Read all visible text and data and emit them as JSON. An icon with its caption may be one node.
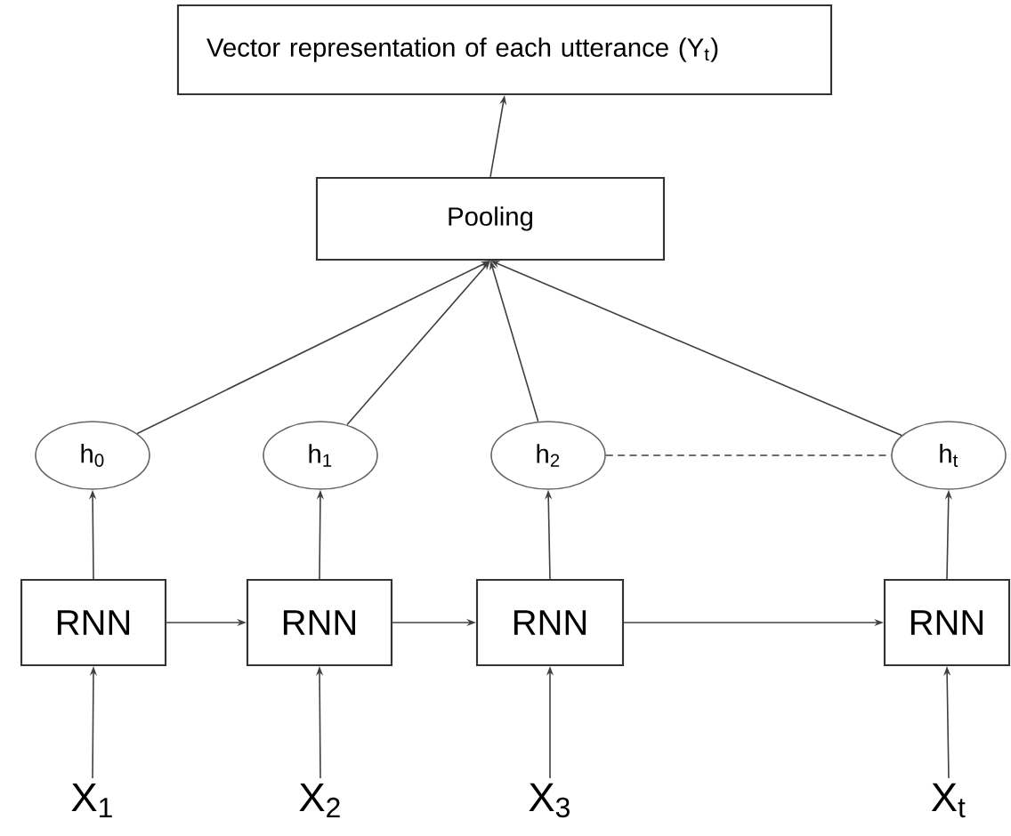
{
  "diagram": {
    "nodes": [
      {
        "text": [
          "Vector representation of each utterance (Y$_{t}$)"
        ]
      },
      {
        "text": [
          "Pooling"
        ]
      },
      {
        "text": [
          "h$_{0}$"
        ]
      },
      {
        "text": [
          "h$_{1}$"
        ]
      },
      {
        "text": [
          "h$_{2}$"
        ]
      },
      {
        "text": [
          "h$_{t}$"
        ]
      },
      {
        "text": [
          "RNN"
        ]
      },
      {
        "text": [
          "RNN"
        ]
      },
      {
        "text": [
          "RNN"
        ]
      },
      {
        "text": [
          "RNN"
        ]
      },
      {
        "text": [
          "X$_{1}$"
        ]
      },
      {
        "text": [
          "X$_{2}$"
        ]
      },
      {
        "text": [
          "X$_{3}$"
        ]
      },
      {
        "text": [
          "X$_{t}$"
        ]
      }
    ],
    "edges": [
      {
        "from": 1,
        "to": 0,
        "arrow": "to"
      },
      {
        "from": 2,
        "to": 1,
        "arrow": "to"
      },
      {
        "from": 3,
        "to": 1,
        "arrow": "to"
      },
      {
        "from": 4,
        "to": 1,
        "arrow": "to"
      },
      {
        "from": 5,
        "to": 1,
        "arrow": "to"
      },
      {
        "from": 4,
        "to": 5,
        "arrow": "none",
        "style": "dashed"
      },
      {
        "from": 6,
        "to": 2,
        "arrow": "to"
      },
      {
        "from": 7,
        "to": 3,
        "arrow": "to"
      },
      {
        "from": 8,
        "to": 4,
        "arrow": "to"
      },
      {
        "from": 9,
        "to": 5,
        "arrow": "to"
      },
      {
        "from": 6,
        "to": 7,
        "arrow": "to"
      },
      {
        "from": 7,
        "to": 8,
        "arrow": "to"
      },
      {
        "from": 8,
        "to": 9,
        "arrow": "to"
      },
      {
        "from": 10,
        "to": 6,
        "arrow": "to"
      },
      {
        "from": 11,
        "to": 7,
        "arrow": "to"
      },
      {
        "from": 12,
        "to": 8,
        "arrow": "to"
      },
      {
        "from": 13,
        "to": 9,
        "arrow": "to"
      }
    ]
  }
}
